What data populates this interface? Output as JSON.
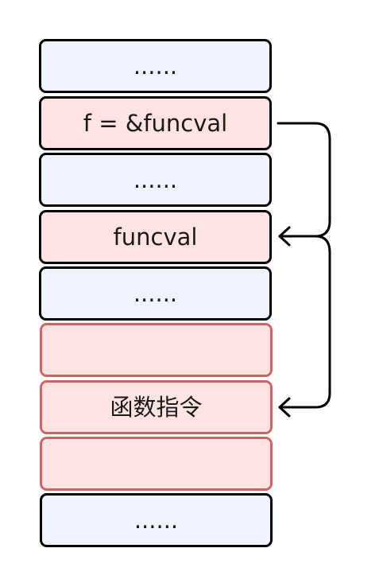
{
  "cells": [
    {
      "label": "......",
      "style": "blue"
    },
    {
      "label": "f = &funcval",
      "style": "pink-dark"
    },
    {
      "label": "......",
      "style": "blue"
    },
    {
      "label": "funcval",
      "style": "pink-dark"
    },
    {
      "label": "......",
      "style": "blue"
    },
    {
      "label": "",
      "style": "pink-red"
    },
    {
      "label": "函数指令",
      "style": "pink-red"
    },
    {
      "label": "",
      "style": "pink-red"
    },
    {
      "label": "......",
      "style": "blue"
    }
  ],
  "colors": {
    "blue_fill": "#eef3fd",
    "pink_fill": "#ffe3e3",
    "red_border": "#d06464",
    "black_border": "#000000"
  },
  "arrows": [
    {
      "from": "f = &funcval",
      "to": "funcval"
    },
    {
      "from": "funcval",
      "to": "函数指令"
    }
  ]
}
